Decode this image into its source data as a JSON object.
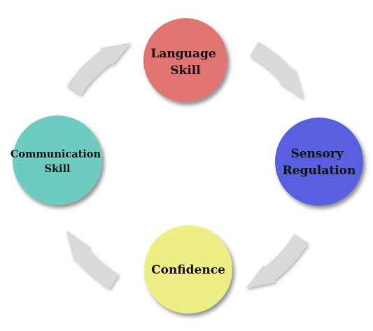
{
  "diagram": {
    "nodes": [
      {
        "id": "language",
        "lines": [
          "Language",
          "Skill"
        ],
        "color": "#e07572"
      },
      {
        "id": "sensory",
        "lines": [
          "Sensory",
          "Regulation"
        ],
        "color": "#5a5fe0"
      },
      {
        "id": "confidence",
        "lines": [
          "Confidence"
        ],
        "color": "#eeee85"
      },
      {
        "id": "communication",
        "lines": [
          "Communication",
          "Skill"
        ],
        "color": "#6ecbc2"
      }
    ],
    "arrow_color": "#d9d9d9"
  }
}
